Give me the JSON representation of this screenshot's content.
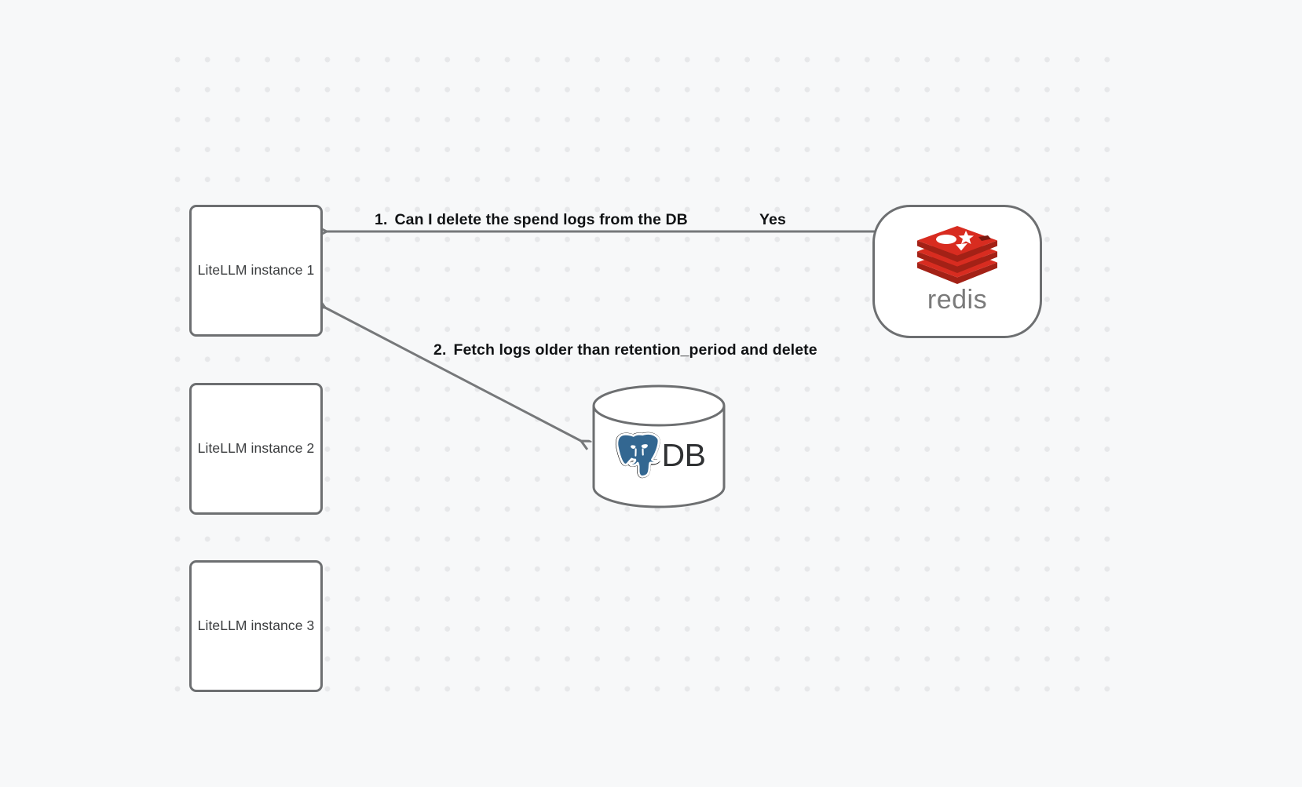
{
  "canvas": {
    "background_color": "#f7f8f9",
    "dot_color": "#e7e8ea",
    "node_border_color": "#6d6f71",
    "node_fill_color": "#ffffff",
    "edge_color": "#76787a",
    "redis_red": "#d82c20",
    "redis_word_gray": "#7a7a7a",
    "postgres_blue": "#336791"
  },
  "nodes": [
    {
      "id": "litellm-1",
      "label": "LiteLLM instance 1",
      "shape": "rounded-rect"
    },
    {
      "id": "litellm-2",
      "label": "LiteLLM instance 2",
      "shape": "rounded-rect"
    },
    {
      "id": "litellm-3",
      "label": "LiteLLM instance 3",
      "shape": "rounded-rect"
    },
    {
      "id": "redis",
      "label": "redis",
      "shape": "stadium"
    },
    {
      "id": "db",
      "label": "DB",
      "shape": "cylinder"
    }
  ],
  "redis_node": {
    "wordmark": "redis",
    "icon_name": "redis-logo-icon"
  },
  "db_node": {
    "label": "DB",
    "icon_name": "postgresql-elephant-icon"
  },
  "edges": [
    {
      "id": "edge-1",
      "from": "redis",
      "to": "litellm-1",
      "step": "1.",
      "label": "Can I delete the spend logs from the DB",
      "secondary_label": "Yes",
      "direction": "bidirectional"
    },
    {
      "id": "edge-2",
      "from": "db",
      "to": "litellm-1",
      "step": "2.",
      "label": "Fetch logs older than retention_period and delete",
      "direction": "bidirectional"
    }
  ]
}
